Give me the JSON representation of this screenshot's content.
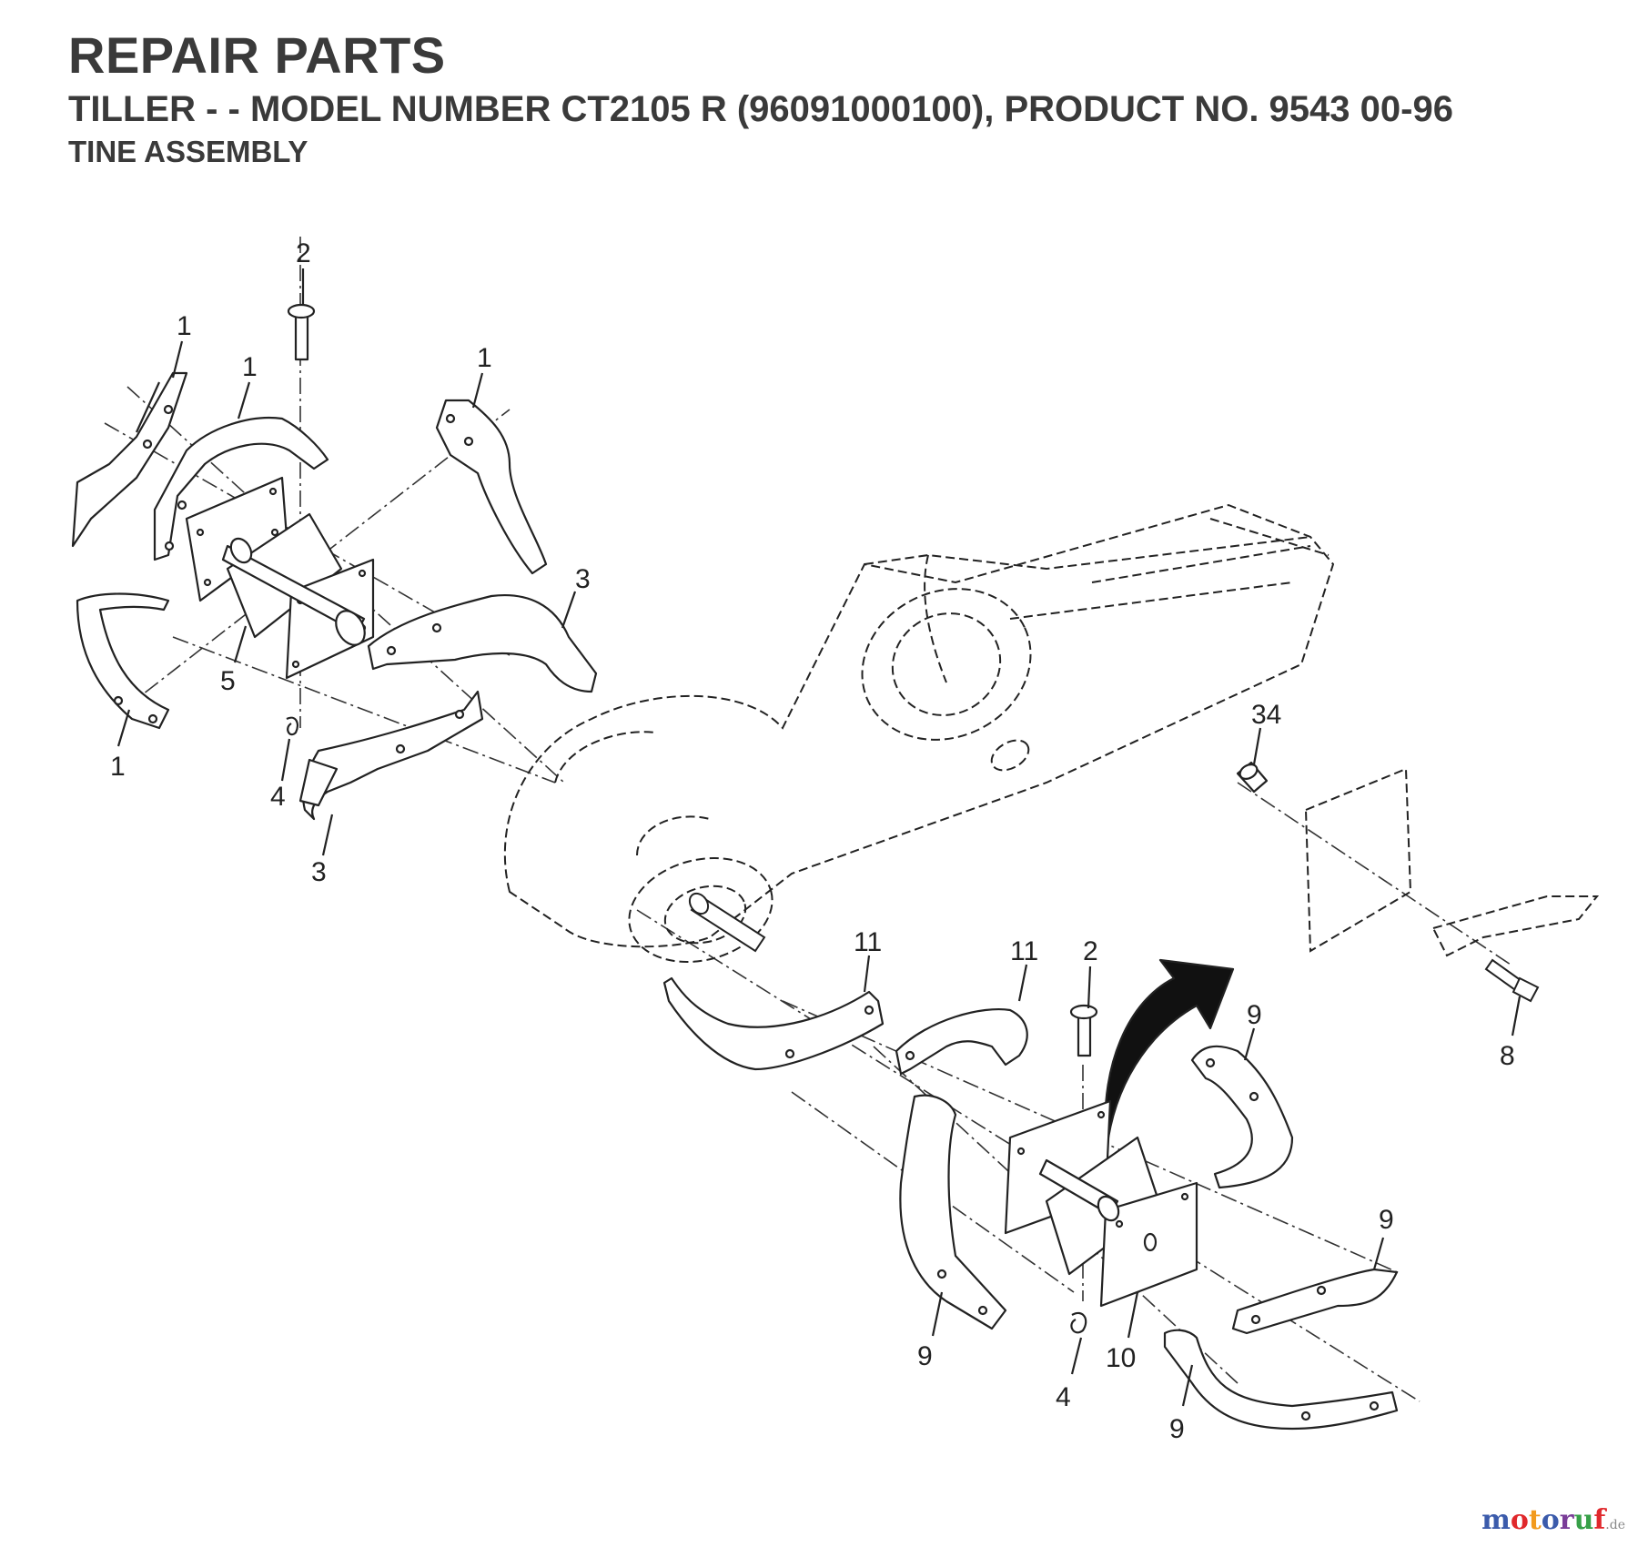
{
  "header": {
    "title": "REPAIR PARTS",
    "subtitle": "TILLER - - MODEL NUMBER CT2105 R (96091000100), PRODUCT NO. 9543 00-96",
    "section": "TINE ASSEMBLY"
  },
  "callouts": [
    {
      "id": "c1a",
      "text": "1"
    },
    {
      "id": "c1b",
      "text": "1"
    },
    {
      "id": "c1c",
      "text": "1"
    },
    {
      "id": "c1d",
      "text": "1"
    },
    {
      "id": "c2a",
      "text": "2"
    },
    {
      "id": "c3a",
      "text": "3"
    },
    {
      "id": "c3b",
      "text": "3"
    },
    {
      "id": "c4a",
      "text": "4"
    },
    {
      "id": "c5",
      "text": "5"
    },
    {
      "id": "c34",
      "text": "34"
    },
    {
      "id": "c8",
      "text": "8"
    },
    {
      "id": "c11a",
      "text": "11"
    },
    {
      "id": "c11b",
      "text": "11"
    },
    {
      "id": "c2b",
      "text": "2"
    },
    {
      "id": "c9a",
      "text": "9"
    },
    {
      "id": "c9b",
      "text": "9"
    },
    {
      "id": "c9c",
      "text": "9"
    },
    {
      "id": "c9d",
      "text": "9"
    },
    {
      "id": "c10",
      "text": "10"
    },
    {
      "id": "c4b",
      "text": "4"
    }
  ],
  "watermark": {
    "letters": [
      "m",
      "o",
      "t",
      "o",
      "r",
      "u",
      "f"
    ],
    "suffix": ".de",
    "colors": [
      "#3b5bab",
      "#e0282c",
      "#f29a1d",
      "#3b5bab",
      "#7a3d98",
      "#37a048",
      "#e0282c"
    ]
  }
}
